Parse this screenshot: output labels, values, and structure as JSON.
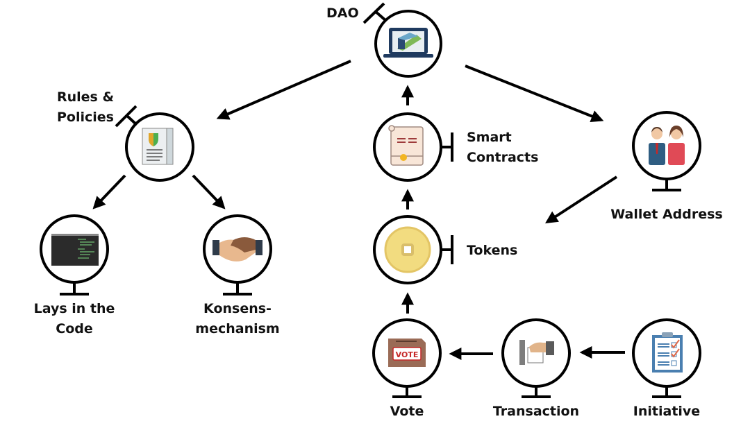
{
  "title": "DAO process diagram",
  "colors": {
    "line": "#000000",
    "background": "#ffffff",
    "text": "#111111"
  },
  "nodes": [
    {
      "id": "dao",
      "label": "DAO",
      "icon": "laptop-icon"
    },
    {
      "id": "rules",
      "label_line1": "Rules &",
      "label_line2": "Policies",
      "icon": "policy-document-icon"
    },
    {
      "id": "smart",
      "label_line1": "Smart",
      "label_line2": "Contracts",
      "icon": "contract-scroll-icon"
    },
    {
      "id": "wallet",
      "label": "Wallet Address",
      "icon": "people-icon"
    },
    {
      "id": "code",
      "label_line1": "Lays in the",
      "label_line2": "Code",
      "icon": "code-editor-icon"
    },
    {
      "id": "konsens",
      "label_line1": "Konsens-",
      "label_line2": "mechanism",
      "icon": "handshake-icon"
    },
    {
      "id": "tokens",
      "label": "Tokens",
      "icon": "coin-icon"
    },
    {
      "id": "vote",
      "label": "Vote",
      "icon": "ballot-box-icon",
      "vote_text": "VOTE"
    },
    {
      "id": "transaction",
      "label": "Transaction",
      "icon": "hand-card-icon"
    },
    {
      "id": "initiative",
      "label": "Initiative",
      "icon": "clipboard-checklist-icon"
    }
  ],
  "edges": [
    {
      "from": "dao",
      "to": "rules"
    },
    {
      "from": "dao",
      "to": "wallet"
    },
    {
      "from": "rules",
      "to": "code"
    },
    {
      "from": "rules",
      "to": "konsens"
    },
    {
      "from": "smart",
      "to": "dao"
    },
    {
      "from": "tokens",
      "to": "smart"
    },
    {
      "from": "vote",
      "to": "tokens"
    },
    {
      "from": "transaction",
      "to": "vote"
    },
    {
      "from": "initiative",
      "to": "transaction"
    },
    {
      "from": "wallet",
      "to": "tokens"
    }
  ]
}
